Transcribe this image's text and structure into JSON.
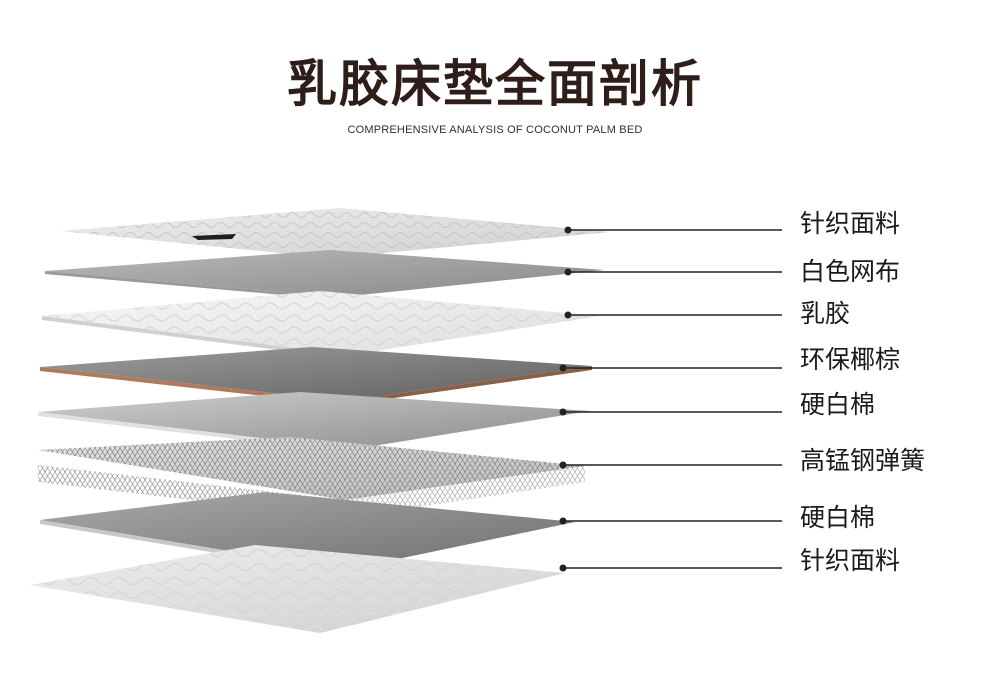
{
  "header": {
    "title": "乳胶床垫全面剖析",
    "subtitle": "COMPREHENSIVE ANALYSIS OF COCONUT PALM BED"
  },
  "layers": [
    {
      "label": "针织面料",
      "material": "knitted-fabric"
    },
    {
      "label": "白色网布",
      "material": "white-mesh"
    },
    {
      "label": "乳胶",
      "material": "latex"
    },
    {
      "label": "环保椰棕",
      "material": "coconut-palm"
    },
    {
      "label": "硬白棉",
      "material": "hard-cotton"
    },
    {
      "label": "高锰钢弹簧",
      "material": "steel-spring"
    },
    {
      "label": "硬白棉",
      "material": "hard-cotton"
    },
    {
      "label": "针织面料",
      "material": "knitted-fabric"
    }
  ],
  "colors": {
    "title": "#2e1d18",
    "leader_line": "#222222",
    "label_text": "#1a1a1a"
  }
}
